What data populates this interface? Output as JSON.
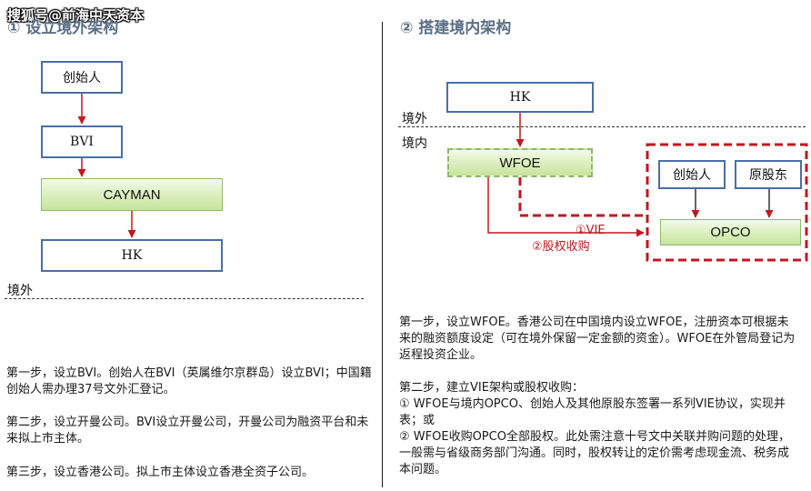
{
  "watermark": "搜狐号@前海中天资本",
  "left": {
    "title": "① 设立境外架构",
    "boxes": {
      "founder": "创始人",
      "bvi": "BVI",
      "cayman": "CAYMAN",
      "hk": "HK"
    },
    "offshore_label": "境外",
    "steps": [
      "第一步，设立BVI。创始人在BVI（英属维尔京群岛）设立BVI；中国籍创始人需办理37号文外汇登记。",
      "第二步，设立开曼公司。BVI设立开曼公司，开曼公司为融资平台和未来拟上市主体。",
      "第三步，设立香港公司。拟上市主体设立香港全资子公司。"
    ]
  },
  "right": {
    "title": "② 搭建境内架构",
    "boxes": {
      "hk": "HK",
      "wfoe": "WFOE",
      "founder": "创始人",
      "original_shareholders": "原股东",
      "opco": "OPCO"
    },
    "offshore_label": "境外",
    "onshore_label": "境内",
    "links": {
      "vie": "①VIE",
      "equity_acquisition": "②股权收购"
    },
    "step1": "第一步，设立WFOE。香港公司在中国境内设立WFOE，注册资本可根据未来的融资额度设定（可在境外保留一定金额的资金）。WFOE在外管局登记为返程投资企业。",
    "step2_heading": "第二步，建立VIE架构或股权收购：",
    "step2_items": [
      "① WFOE与境内OPCO、创始人及其他原股东签署一系列VIE协议，实现并表；或",
      "② WFOE收购OPCO全部股权。此处需注意十号文中关联并购问题的处理，一般需与省级商务部门沟通。同时，股权转让的定价需考虑现金流、税务成本问题。"
    ]
  },
  "colors": {
    "title": "#5b6f86",
    "box_border": "#4a6ea6",
    "green_fill": "#c6e49a",
    "red": "#c0181d"
  }
}
